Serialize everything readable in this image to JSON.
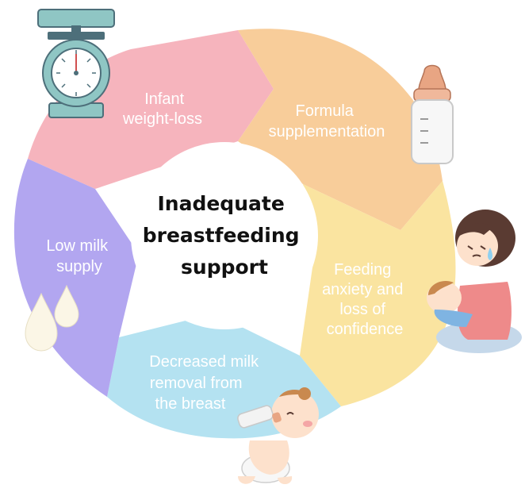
{
  "center": {
    "line1": "Inadequate",
    "line2": "breastfeeding",
    "line3": "support"
  },
  "segments": [
    {
      "id": "infant-weight-loss",
      "lines": [
        "Infant",
        "weight-loss"
      ],
      "color": "#f6b4bd"
    },
    {
      "id": "formula-supplementation",
      "lines": [
        "Formula",
        "supplementation"
      ],
      "color": "#f8cd9a"
    },
    {
      "id": "feeding-anxiety",
      "lines": [
        "Feeding",
        "anxiety and",
        "loss of",
        "confidence"
      ],
      "color": "#fae4a0"
    },
    {
      "id": "decreased-milk-removal",
      "lines": [
        "Decreased milk",
        "removal from",
        "the breast"
      ],
      "color": "#b4e2f1"
    },
    {
      "id": "low-milk-supply",
      "lines": [
        "Low milk",
        "supply"
      ],
      "color": "#b2a6f0"
    }
  ],
  "icons": [
    "scale-icon",
    "baby-bottle-icon",
    "crying-mother-breastfeeding-icon",
    "baby-drinking-bottle-icon",
    "milk-drops-icon"
  ]
}
